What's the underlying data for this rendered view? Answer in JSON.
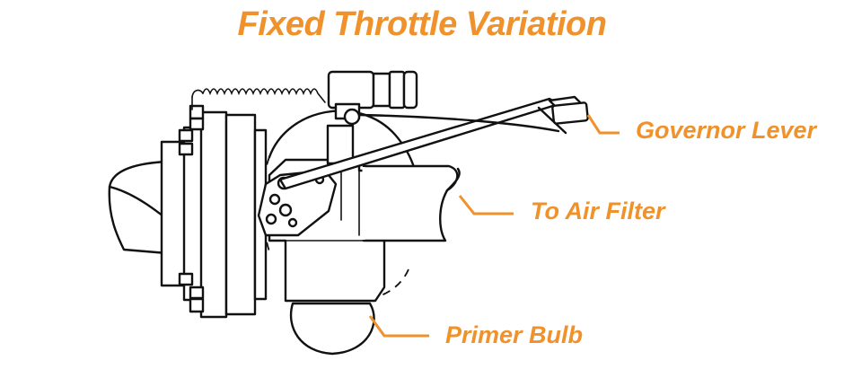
{
  "title": "Fixed Throttle Variation",
  "accent_color": "#F0922B",
  "callouts": {
    "governor_lever": "Governor Lever",
    "air_filter": "To Air Filter",
    "primer_bulb": "Primer Bulb"
  }
}
